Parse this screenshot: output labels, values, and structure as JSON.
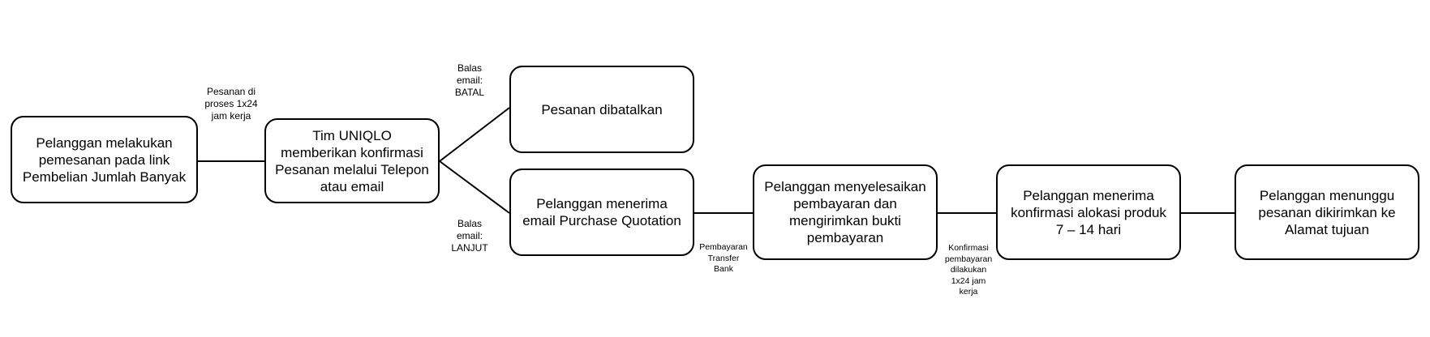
{
  "diagram": {
    "nodes": {
      "order": "Pelanggan melakukan pemesanan pada link Pembelian Jumlah Banyak",
      "confirm": "Tim UNIQLO memberikan konfirmasi Pesanan melalui Telepon atau email",
      "cancelled": "Pesanan dibatalkan",
      "quotation": "Pelanggan menerima email Purchase Quotation",
      "payment": "Pelanggan menyelesaikan pembayaran dan mengirimkan bukti pembayaran",
      "allocation": "Pelanggan menerima konfirmasi alokasi produk 7 – 14 hari",
      "shipping": "Pelanggan menunggu pesanan dikirimkan ke Alamat tujuan"
    },
    "edges": {
      "order_confirm": "Pesanan di\nproses 1x24\njam kerja",
      "confirm_cancel": "Balas\nemail:\nBATAL",
      "confirm_continue": "Balas\nemail:\nLANJUT",
      "quotation_payment": "Pembayaran\nTransfer\nBank",
      "payment_allocation": "Konfirmasi\npembayaran\ndilakukan\n1x24 jam\nkerja"
    }
  }
}
